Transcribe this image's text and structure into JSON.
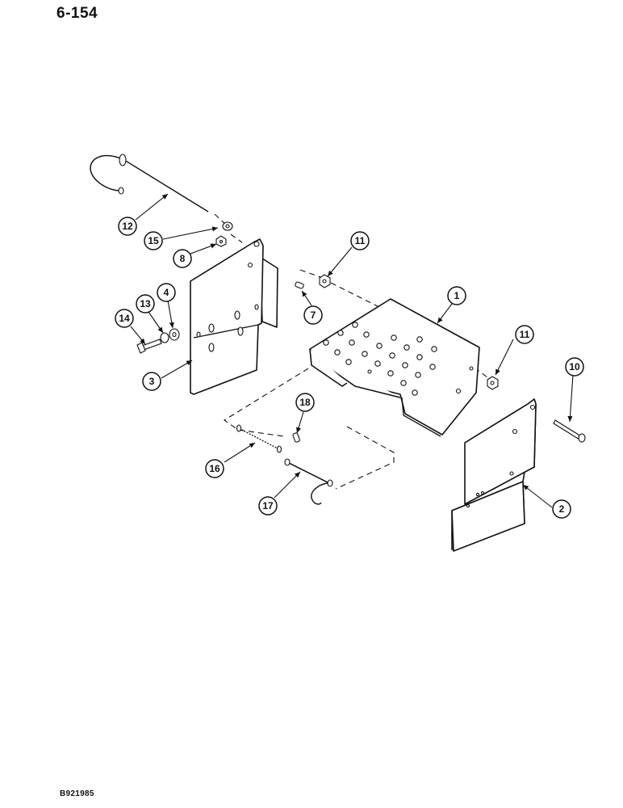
{
  "page_number": "6-154",
  "figure_code": "B921985",
  "callouts": [
    {
      "label": "1"
    },
    {
      "label": "2"
    },
    {
      "label": "3"
    },
    {
      "label": "4"
    },
    {
      "label": "7"
    },
    {
      "label": "8"
    },
    {
      "label": "10"
    },
    {
      "label": "11"
    },
    {
      "label": "11"
    },
    {
      "label": "12"
    },
    {
      "label": "13"
    },
    {
      "label": "14"
    },
    {
      "label": "15"
    },
    {
      "label": "16"
    },
    {
      "label": "17"
    },
    {
      "label": "18"
    }
  ]
}
